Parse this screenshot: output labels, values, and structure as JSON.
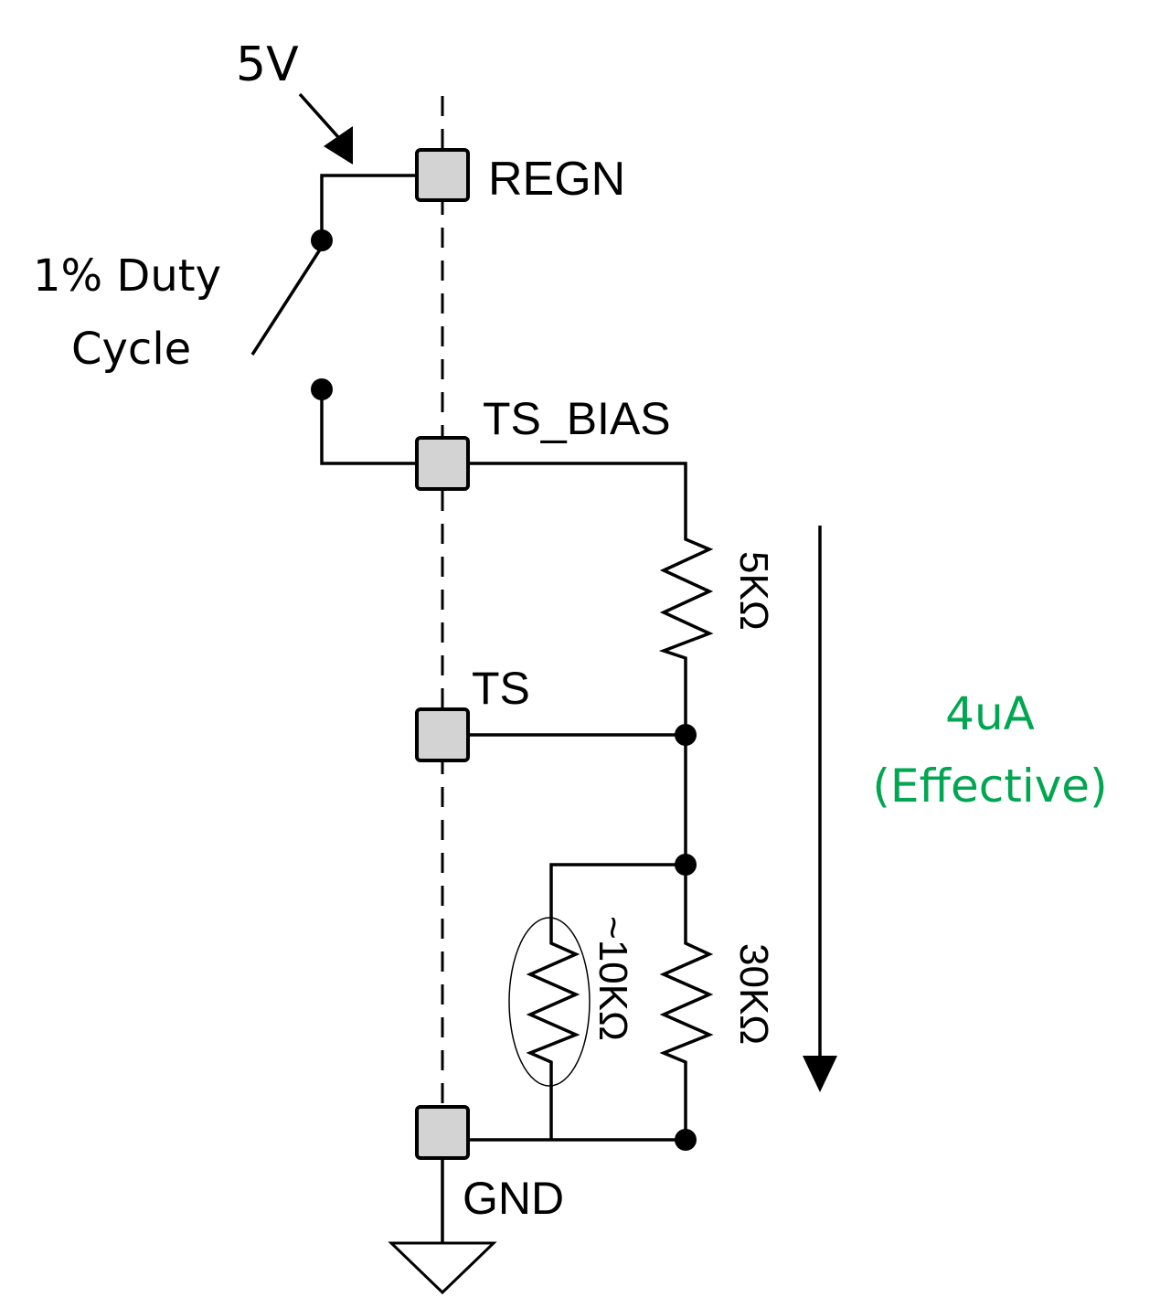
{
  "labels": {
    "supply": "5V",
    "duty_line1": "1% Duty",
    "duty_line2": "Cycle",
    "regn": "REGN",
    "ts_bias": "TS_BIAS",
    "ts": "TS",
    "gnd": "GND",
    "r_top": "5KΩ",
    "r_thermistor": "~10KΩ",
    "r_bottom": "30KΩ",
    "current_line1": "4uA",
    "current_line2": "(Effective)"
  },
  "colors": {
    "current_annotation": "#00a650",
    "pin_fill": "#d3d3d3"
  }
}
